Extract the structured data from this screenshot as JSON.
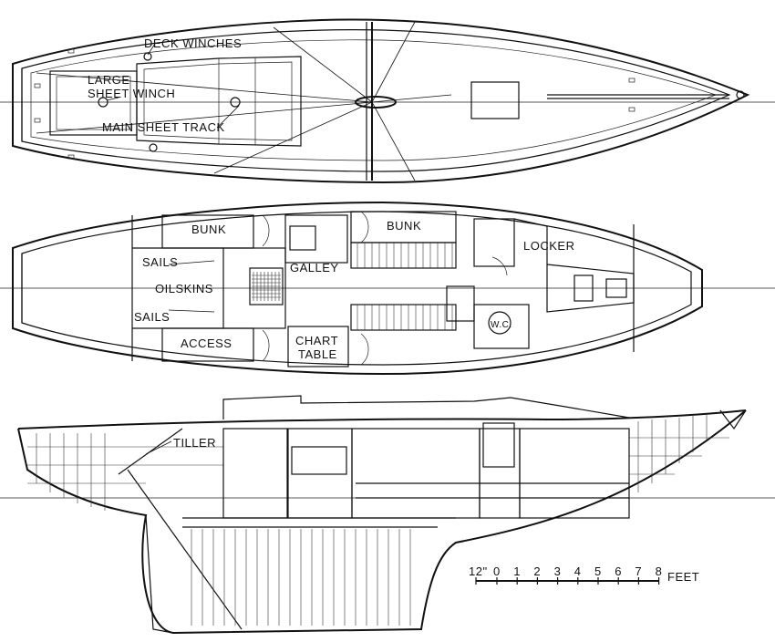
{
  "deck_plan": {
    "labels": {
      "deck_winches": "DECK WINCHES",
      "large": "LARGE",
      "sheet_winch": "SHEET WINCH",
      "main_sheet_track": "MAIN SHEET TRACK"
    }
  },
  "accommodation_plan": {
    "labels": {
      "bunk_aft": "BUNK",
      "bunk_fwd": "BUNK",
      "sails_top": "SAILS",
      "sails_bottom": "SAILS",
      "galley": "GALLEY",
      "oilskins": "OILSKINS",
      "access": "ACCESS",
      "chart": "CHART",
      "table": "TABLE",
      "locker": "LOCKER",
      "wc": "W.C."
    }
  },
  "profile": {
    "labels": {
      "tiller": "TILLER"
    }
  },
  "scale": {
    "start": "12\"",
    "numbers": [
      "0",
      "1",
      "2",
      "3",
      "4",
      "5",
      "6",
      "7",
      "8"
    ],
    "unit": "FEET"
  }
}
